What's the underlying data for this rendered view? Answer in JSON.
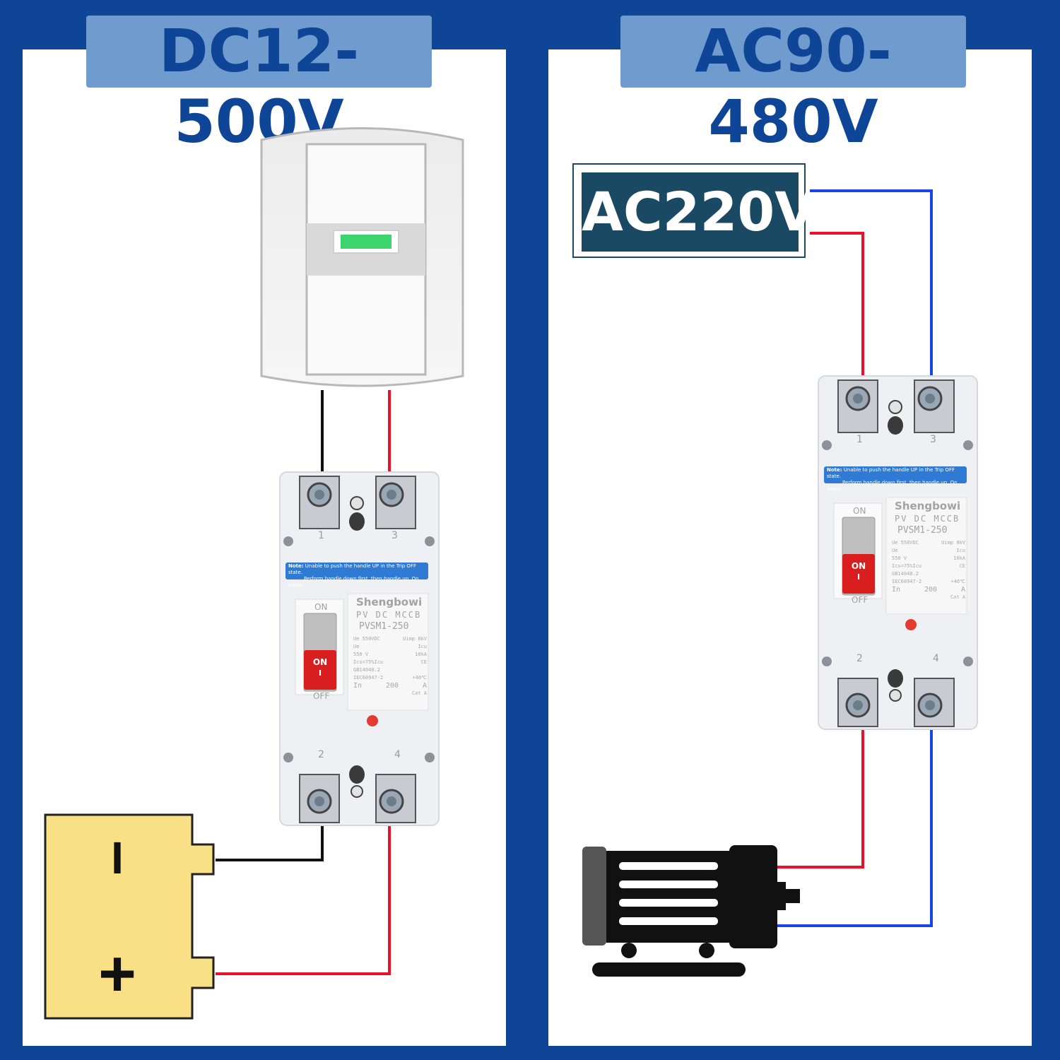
{
  "left_panel": {
    "title": "DC12-500V",
    "battery": {
      "negative_symbol": "I",
      "positive_symbol": "+"
    }
  },
  "right_panel": {
    "title": "AC90-480V",
    "source_label": "AC220V"
  },
  "breaker": {
    "brand": "Shengbowi",
    "type": "PV DC MCCB",
    "model": "PVSM1-250",
    "note_prefix": "Note:",
    "note_line1": "Unable to push the handle UP in the Trip OFF state.",
    "note_line2": "Perform handle down first, then handle up. On power",
    "on_label": "ON",
    "off_label": "OFF",
    "handle_on": "ON",
    "handle_mark": "I",
    "spec_ue": "Ue 550VDC",
    "spec_uimp": "Uimp 8kV",
    "spec_ue2": "Ue",
    "spec_icu": "Icu",
    "spec_550v": "550 V",
    "spec_10ka": "10kA",
    "spec_ics": "Ics=75%Icu",
    "spec_ce": "CE",
    "spec_gb": "GB14048.2",
    "spec_iec": "IEC60947-2",
    "spec_temp": "+40℃",
    "spec_in": "In",
    "spec_200": "200",
    "spec_a": "A",
    "spec_cat": "Cat A",
    "terminal_1": "1",
    "terminal_3": "3",
    "terminal_2": "2",
    "terminal_4": "4"
  },
  "colors": {
    "background": "#0f4596",
    "title_box": "#6f9bcf",
    "wire_red": "#e8132b",
    "wire_black": "#111111",
    "wire_blue": "#1846e6",
    "battery_fill": "#f9df85",
    "source_label_bg": "#1a4a63"
  }
}
